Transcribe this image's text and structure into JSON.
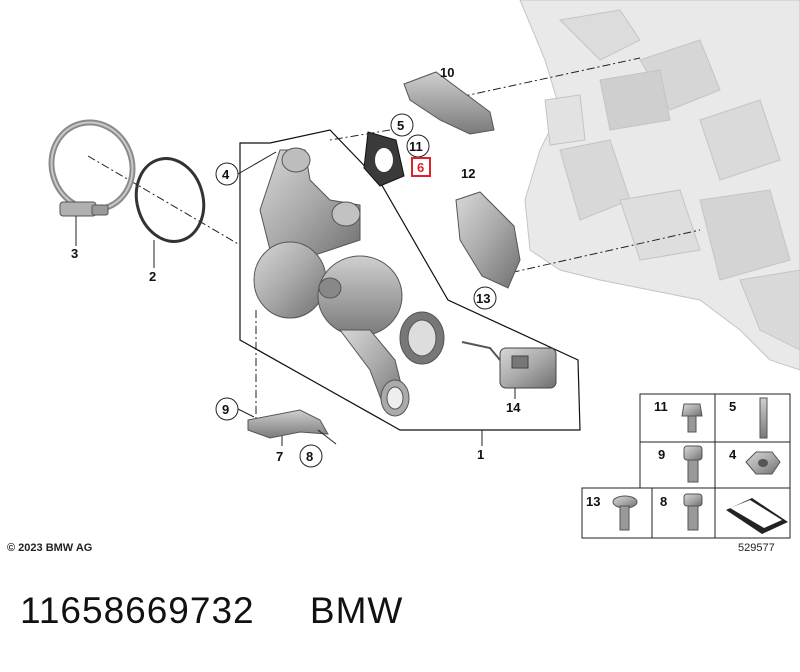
{
  "diagram": {
    "callouts": {
      "c1": "1",
      "c2": "2",
      "c3": "3",
      "c4": "4",
      "c5": "5",
      "c6": "6",
      "c7": "7",
      "c8": "8",
      "c9": "9",
      "c10": "10",
      "c11": "11",
      "c12": "12",
      "c13": "13",
      "c14": "14"
    },
    "legend": {
      "l11": "11",
      "l5": "5",
      "l9": "9",
      "l4": "4",
      "l13": "13",
      "l8": "8"
    },
    "highlight_color": "#e0202a"
  },
  "copyright": "© 2023 BMW AG",
  "image_number": "529577",
  "footer": {
    "part_number": "11658669732",
    "brand": "BMW"
  }
}
